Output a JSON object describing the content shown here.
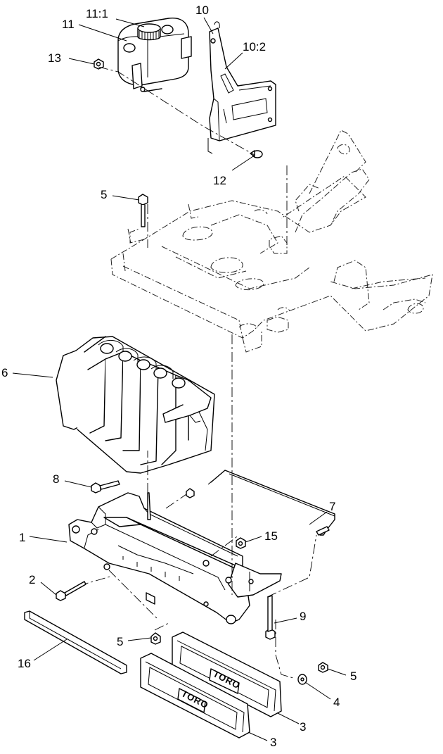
{
  "callouts": {
    "c11_1": "11:1",
    "c10": "10",
    "c11": "11",
    "c10_2": "10:2",
    "c13": "13",
    "c12": "12",
    "c5_top": "5",
    "c6": "6",
    "c8": "8",
    "c7": "7",
    "c1": "1",
    "c15": "15",
    "c2": "2",
    "c9": "9",
    "c5_mid": "5",
    "c16": "16",
    "c5_right": "5",
    "c4": "4",
    "c3_upper": "3",
    "c3_lower": "3"
  },
  "logos": {
    "upper": "TORO",
    "lower": "TORO"
  }
}
